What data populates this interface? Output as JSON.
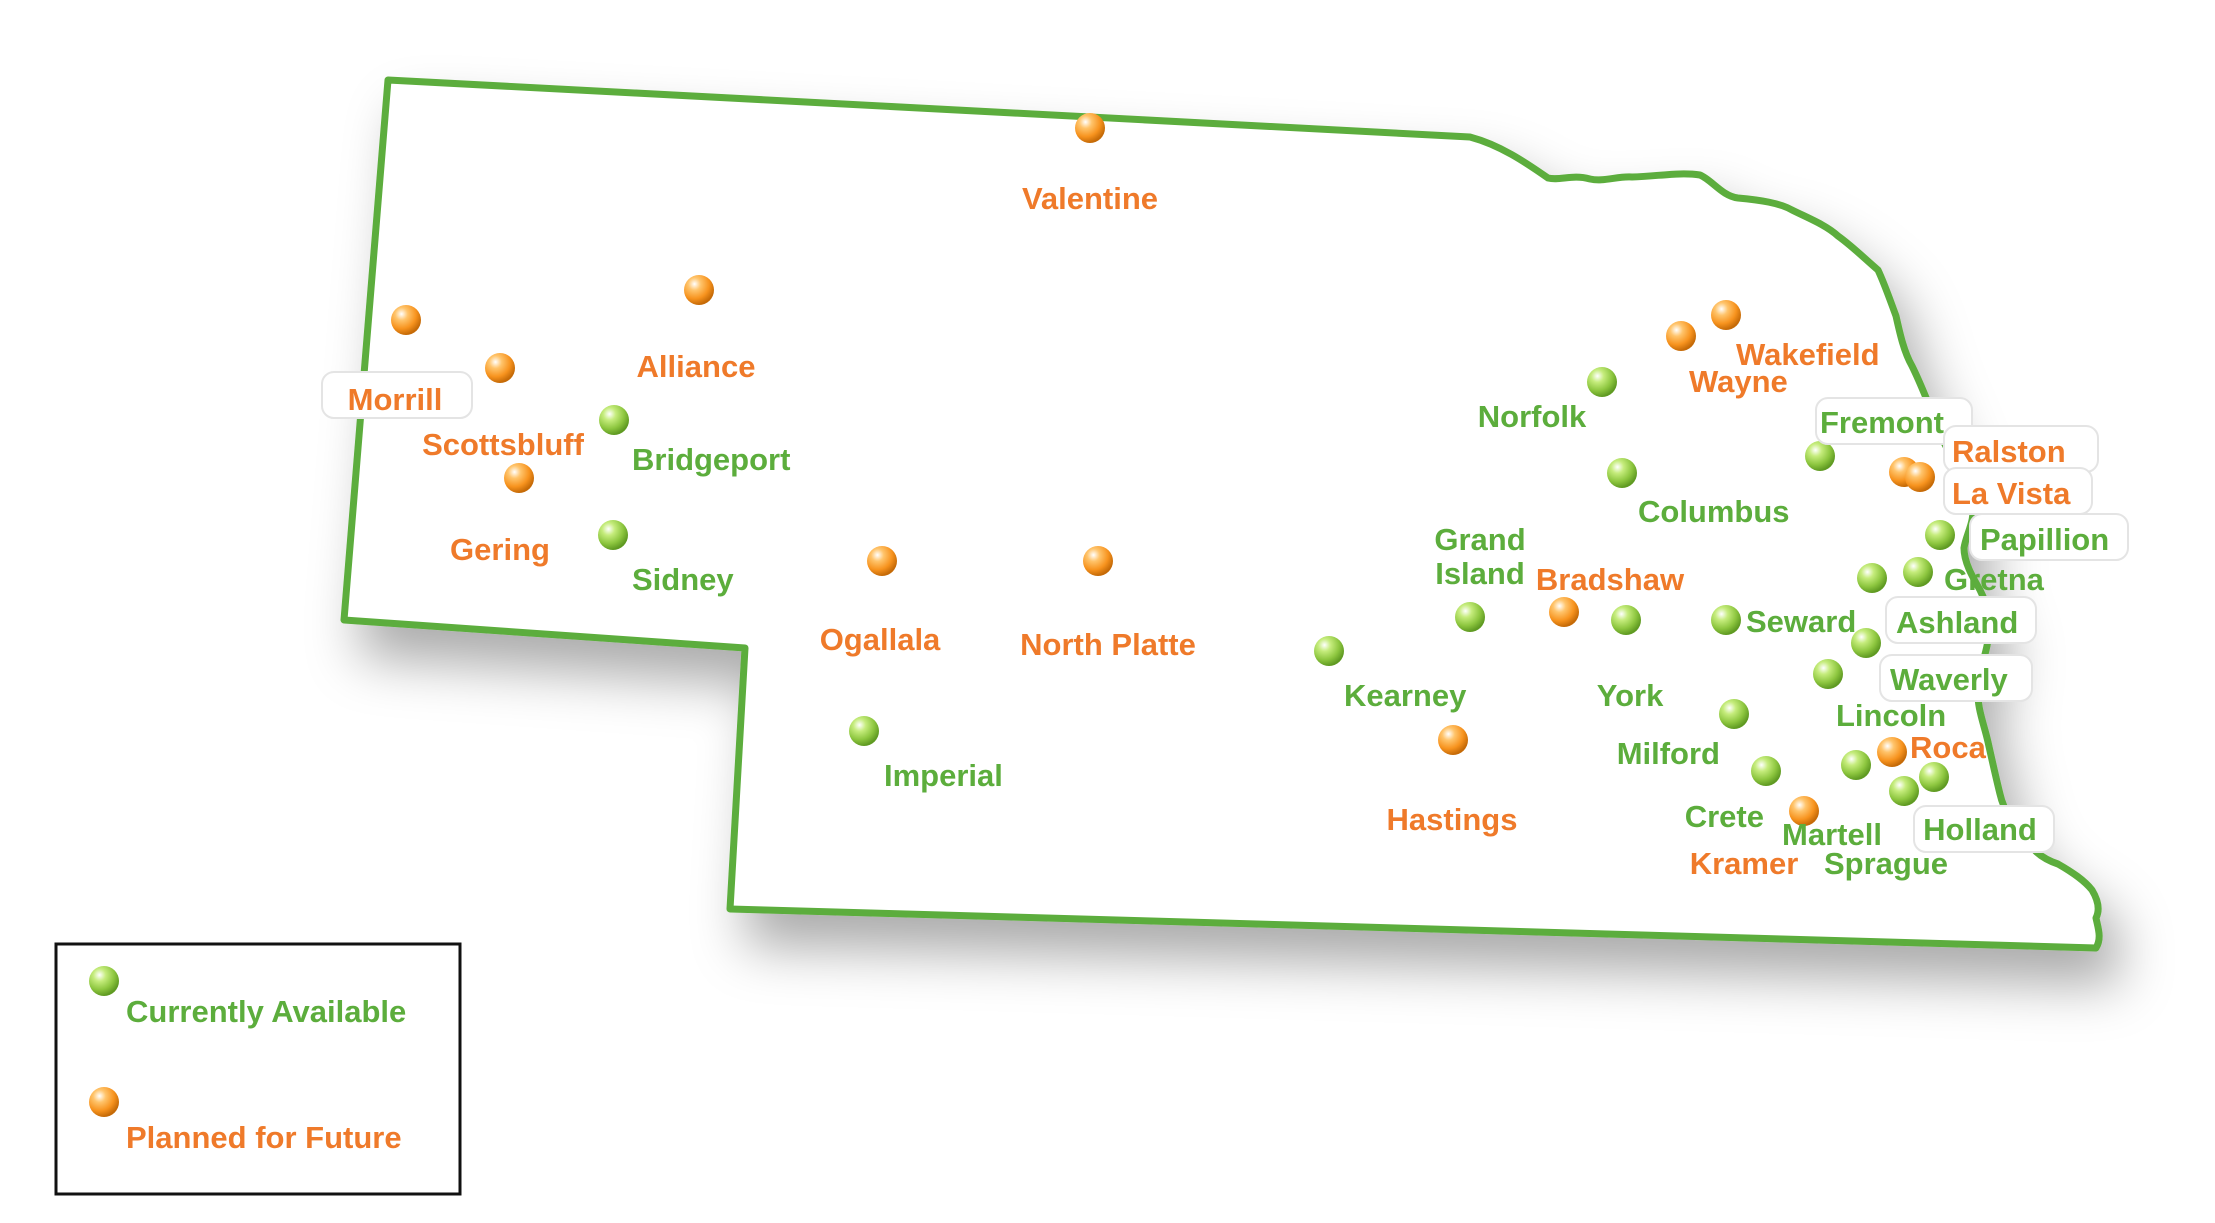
{
  "colors": {
    "available": "#8dc63f",
    "planned": "#f7931e",
    "border": "#5cad3c",
    "available_text": "#5cad3c",
    "planned_text": "#ef7a2a"
  },
  "legend": {
    "available_label": "Currently Available",
    "planned_label": "Planned for Future"
  },
  "locations": [
    {
      "id": "valentine",
      "name": "Valentine",
      "status": "planned"
    },
    {
      "id": "morrill",
      "name": "Morrill",
      "status": "planned"
    },
    {
      "id": "scottsbluff",
      "name": "Scottsbluff",
      "status": "planned"
    },
    {
      "id": "alliance",
      "name": "Alliance",
      "status": "planned"
    },
    {
      "id": "bridgeport",
      "name": "Bridgeport",
      "status": "available"
    },
    {
      "id": "gering",
      "name": "Gering",
      "status": "planned"
    },
    {
      "id": "sidney",
      "name": "Sidney",
      "status": "available"
    },
    {
      "id": "ogallala",
      "name": "Ogallala",
      "status": "planned"
    },
    {
      "id": "north-platte",
      "name": "North Platte",
      "status": "planned"
    },
    {
      "id": "imperial",
      "name": "Imperial",
      "status": "available"
    },
    {
      "id": "kearney",
      "name": "Kearney",
      "status": "available"
    },
    {
      "id": "grand-island",
      "name": "Grand\nIsland",
      "status": "available"
    },
    {
      "id": "bradshaw",
      "name": "Bradshaw",
      "status": "planned"
    },
    {
      "id": "hastings",
      "name": "Hastings",
      "status": "planned"
    },
    {
      "id": "york",
      "name": "York",
      "status": "available"
    },
    {
      "id": "norfolk",
      "name": "Norfolk",
      "status": "available"
    },
    {
      "id": "columbus",
      "name": "Columbus",
      "status": "available"
    },
    {
      "id": "wayne",
      "name": "Wayne",
      "status": "planned"
    },
    {
      "id": "wakefield",
      "name": "Wakefield",
      "status": "planned"
    },
    {
      "id": "fremont",
      "name": "Fremont",
      "status": "available"
    },
    {
      "id": "ralston",
      "name": "Ralston",
      "status": "planned"
    },
    {
      "id": "la-vista",
      "name": "La Vista",
      "status": "planned"
    },
    {
      "id": "papillion",
      "name": "Papillion",
      "status": "available"
    },
    {
      "id": "gretna",
      "name": "Gretna",
      "status": "available"
    },
    {
      "id": "ashland",
      "name": "Ashland",
      "status": "available"
    },
    {
      "id": "seward",
      "name": "Seward",
      "status": "available"
    },
    {
      "id": "waverly",
      "name": "Waverly",
      "status": "available"
    },
    {
      "id": "lincoln",
      "name": "Lincoln",
      "status": "available"
    },
    {
      "id": "milford",
      "name": "Milford",
      "status": "available"
    },
    {
      "id": "roca",
      "name": "Roca",
      "status": "planned"
    },
    {
      "id": "crete",
      "name": "Crete",
      "status": "available"
    },
    {
      "id": "martell",
      "name": "Martell",
      "status": "available"
    },
    {
      "id": "kramer",
      "name": "Kramer",
      "status": "planned"
    },
    {
      "id": "sprague",
      "name": "Sprague",
      "status": "available"
    },
    {
      "id": "holland",
      "name": "Holland",
      "status": "available"
    }
  ]
}
